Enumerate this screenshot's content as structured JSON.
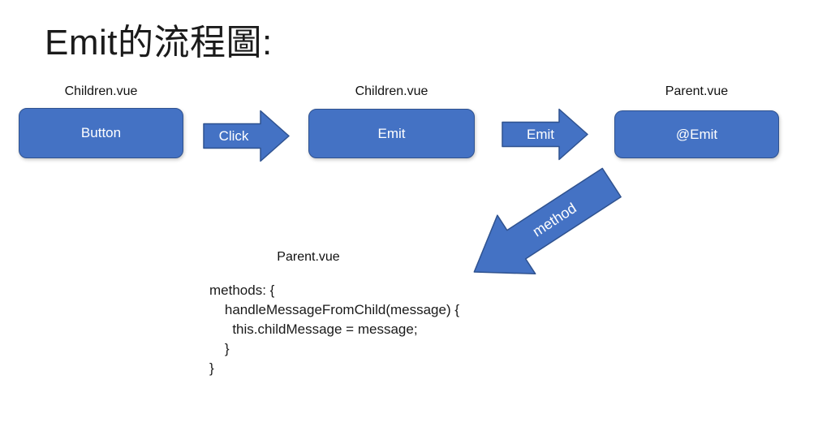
{
  "title": "Emit的流程圖:",
  "flow": {
    "steps": [
      {
        "file_label": "Children.vue",
        "box_label": "Button"
      },
      {
        "file_label": "Children.vue",
        "box_label": "Emit"
      },
      {
        "file_label": "Parent.vue",
        "box_label": "@Emit"
      }
    ],
    "arrows": [
      {
        "label": "Click",
        "direction": "right"
      },
      {
        "label": "Emit",
        "direction": "right"
      },
      {
        "label": "method",
        "direction": "down-left"
      }
    ]
  },
  "code_panel": {
    "file_label": "Parent.vue",
    "lines": [
      "methods: {",
      "    handleMessageFromChild(message) {",
      "      this.childMessage = message;",
      "    }",
      "}"
    ]
  },
  "colors": {
    "shape_fill": "#4472C4",
    "shape_border": "#2F528F",
    "shape_text": "#FFFFFF",
    "text": "#1A1A1A",
    "background": "#FFFFFF"
  }
}
